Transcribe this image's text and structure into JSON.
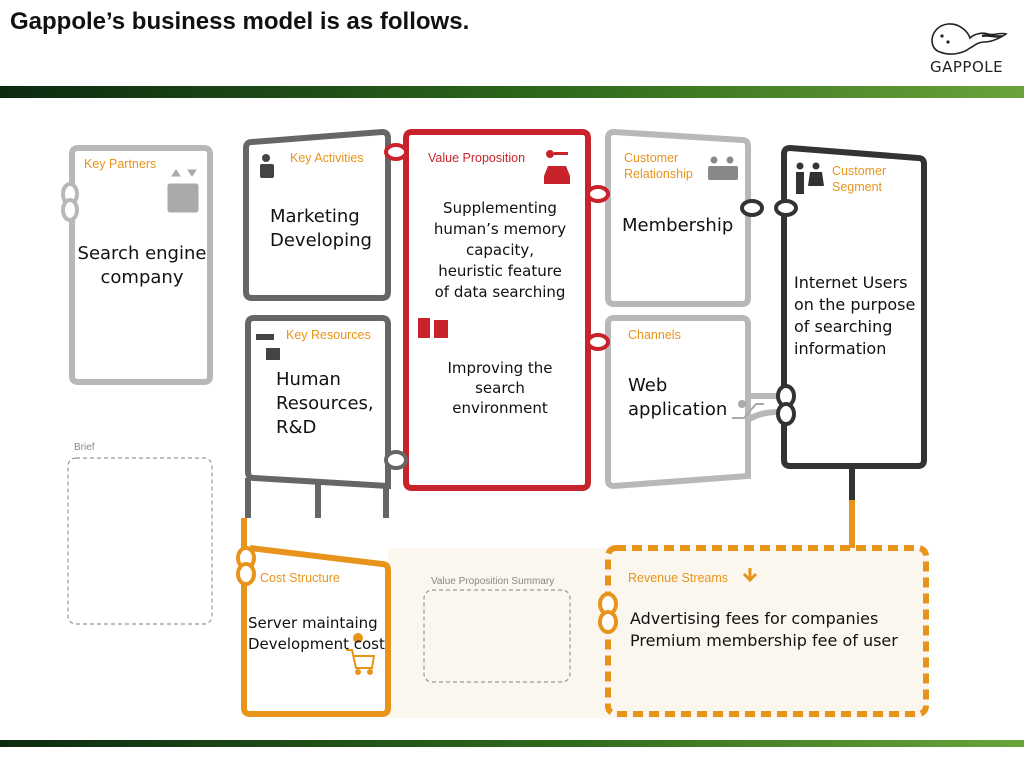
{
  "title": "Gappole’s business model is as follows.",
  "logo_text": "GAPPOLE",
  "key_partners": {
    "header": "Key Partners",
    "content": [
      "Search engine",
      "company"
    ]
  },
  "key_activities": {
    "header": "Key Activities",
    "content": [
      "Marketing",
      "Developing"
    ]
  },
  "key_resources": {
    "header": "Key Resources",
    "content": [
      "Human",
      "Resources,",
      "R&D"
    ]
  },
  "value_proposition": {
    "header": "Value Proposition",
    "content1": [
      "Supplementing",
      "human’s memory",
      "capacity,",
      "heuristic feature",
      "of data searching"
    ],
    "content2": [
      "Improving the",
      "search",
      "environment"
    ]
  },
  "customer_relationship": {
    "header": [
      "Customer",
      "Relationship"
    ],
    "content": "Membership"
  },
  "channels": {
    "header": "Channels",
    "content": [
      "Web",
      "application"
    ]
  },
  "customer_segment": {
    "header": [
      "Customer",
      "Segment"
    ],
    "content": [
      "Internet Users",
      "on the purpose",
      "of searching",
      "information"
    ]
  },
  "brief": {
    "header": "Brief"
  },
  "cost_structure": {
    "header": "Cost Structure",
    "content": [
      "Server maintaing",
      "Development cost"
    ]
  },
  "value_proposition_summary": {
    "header": "Value Proposition Summary"
  },
  "revenue_streams": {
    "header": "Revenue Streams",
    "content": [
      "Advertising fees for companies",
      "Premium membership fee of user"
    ]
  },
  "colors": {
    "orange": "#e8941a",
    "red": "#c8232b",
    "dark": "#333333",
    "gray": "#666666",
    "light": "#b8b8b8"
  },
  "icons": [
    "gappole-logo-icon",
    "elevator-icon",
    "worker-icon",
    "key-car-icon",
    "people-talking-icon",
    "people-icon",
    "tap-icon",
    "gift-icon",
    "escalator-icon",
    "cart-icon",
    "down-arrow-icon"
  ]
}
